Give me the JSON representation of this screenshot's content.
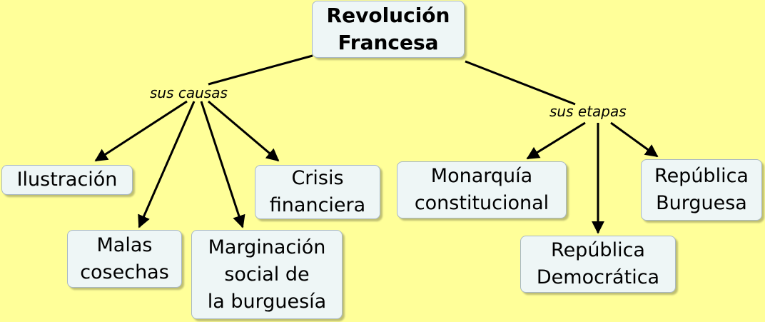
{
  "colors": {
    "background": "#ffff99",
    "node_fill": "#eef6f6",
    "node_border": "#a8b8c4",
    "line": "#000000"
  },
  "root": {
    "label": "Revolución\nFrancesa"
  },
  "phrases": {
    "causes": "sus causas",
    "stages": "sus etapas"
  },
  "causes": {
    "ilustracion": "Ilustración",
    "malas_cosechas": "Malas\ncosechas",
    "marginacion": "Marginación\nsocial de\nla burguesía",
    "crisis": "Crisis\nfinanciera"
  },
  "stages": {
    "monarquia": "Monarquía\nconstitucional",
    "republica_democratica": "República\nDemocrática",
    "republica_burguesa": "República\nBurguesa"
  }
}
